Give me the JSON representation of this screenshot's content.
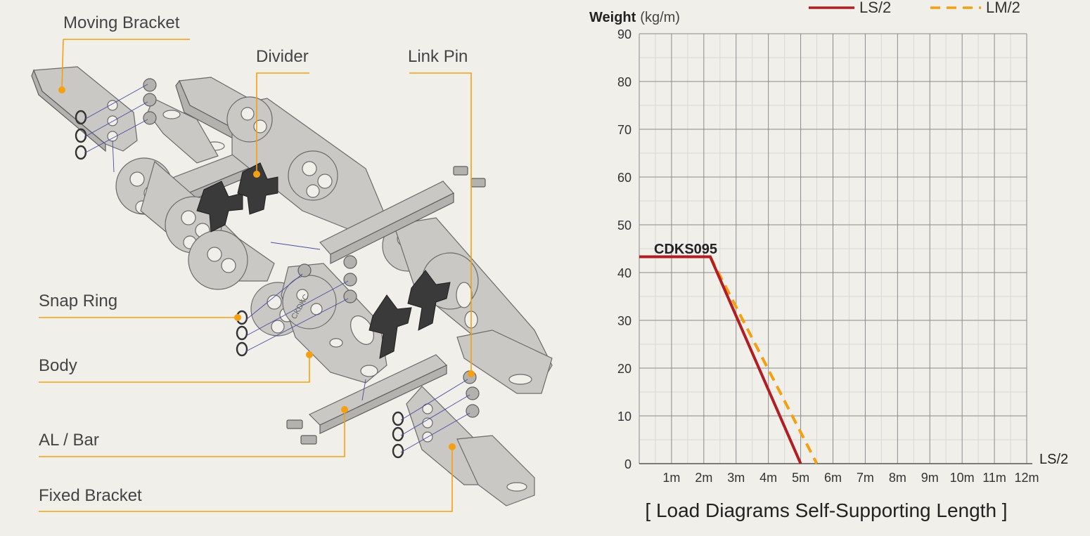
{
  "diagram": {
    "labels": {
      "moving_bracket": "Moving Bracket",
      "divider": "Divider",
      "link_pin": "Link Pin",
      "snap_ring": "Snap Ring",
      "body": "Body",
      "al_bar": "AL / Bar",
      "fixed_bracket": "Fixed Bracket"
    },
    "accent_color": "#f5a012",
    "body_stamp": "CKDKC"
  },
  "chart_data": {
    "type": "line",
    "title": "[ Load Diagrams Self-Supporting Length ]",
    "ylabel": "Weight",
    "ylabel_unit": "(kg/m)",
    "xlabel": "LS/2",
    "ylim": [
      0,
      90
    ],
    "xlim": [
      0,
      12
    ],
    "y_ticks": [
      "0",
      "10",
      "20",
      "30",
      "40",
      "50",
      "60",
      "70",
      "80",
      "90"
    ],
    "x_ticks": [
      "1m",
      "2m",
      "3m",
      "4m",
      "5m",
      "6m",
      "7m",
      "8m",
      "9m",
      "10m",
      "11m",
      "12m"
    ],
    "annotation": "CDKS095",
    "grid": true,
    "legend_position": "top-right",
    "series": [
      {
        "name": "LS/2",
        "style": "solid",
        "color": "#b01e23",
        "x": [
          0,
          2.2,
          5.0
        ],
        "y": [
          43.3,
          43.3,
          0
        ]
      },
      {
        "name": "LM/2",
        "style": "dashed",
        "color": "#f5a012",
        "x": [
          2.2,
          5.5
        ],
        "y": [
          43.3,
          0
        ]
      }
    ]
  }
}
